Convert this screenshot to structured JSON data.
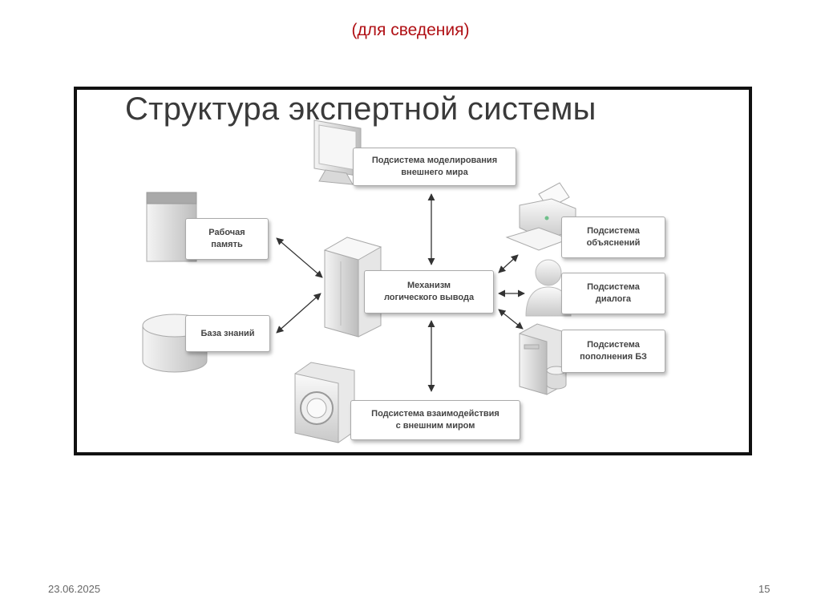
{
  "slide": {
    "subtitle": "(для сведения)",
    "date": "23.06.2025",
    "page_number": "15"
  },
  "diagram": {
    "title": "Структура экспертной системы",
    "nodes": {
      "modeling": {
        "line1": "Подсистема моделирования",
        "line2": "внешнего мира",
        "icon": "monitor-icon"
      },
      "working_memory": {
        "line1": "Рабочая",
        "line2": "память",
        "icon": "folder-icon"
      },
      "knowledge_base": {
        "line1": "База знаний",
        "icon": "database-cylinder-icon"
      },
      "inference": {
        "line1": "Механизм",
        "line2": "логического вывода",
        "icon": "server-tower-icon"
      },
      "interaction": {
        "line1": "Подсистема взаимодействия",
        "line2": "с внешним миром",
        "icon": "device-box-icon"
      },
      "explanation": {
        "line1": "Подсистема",
        "line2": "объяснений",
        "icon": "printer-icon"
      },
      "dialog": {
        "line1": "Подсистема",
        "line2": "диалога",
        "icon": "user-icon"
      },
      "kb_update": {
        "line1": "Подсистема",
        "line2": "пополнения БЗ",
        "icon": "server-db-icon"
      }
    }
  }
}
